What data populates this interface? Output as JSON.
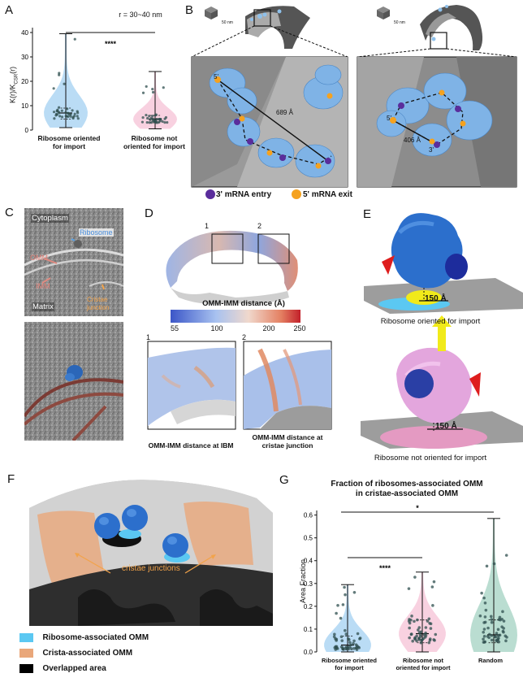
{
  "panels": {
    "A": {
      "letter": "A",
      "title": "r = 30~40 nm",
      "ylabel": "K(r)/K",
      "ylabel_sub": "CSR",
      "ylabel_suffix": "(r)",
      "significance": "****",
      "ticks": [
        "0",
        "10",
        "20",
        "30",
        "40"
      ],
      "cat1_line1": "Ribosome oriented",
      "cat1_line2": "for import",
      "cat2_line1": "Ribosome not",
      "cat2_line2": "oriented for import",
      "colors": {
        "cat1": "#a9d3f2",
        "cat2": "#f6c6d8"
      }
    },
    "B": {
      "letter": "B",
      "scale_left": "50 nm",
      "scale_right": "50 nm",
      "dist_left": "689 Å",
      "dist_right": "406 Å",
      "five_prime": "5'",
      "three_prime": "3'",
      "legend_entry": "3' mRNA entry",
      "legend_exit": "5' mRNA exit",
      "colors": {
        "entry": "#5a2d9c",
        "exit": "#f5a21f",
        "ribosome": "#7fb3e6"
      }
    },
    "C": {
      "letter": "C",
      "cytoplasm": "Cytoplasm",
      "ribosome": "Ribosome",
      "omm": "OMM",
      "imm": "IMM",
      "matrix": "Matrix",
      "cristae1": "Cristae",
      "cristae2": "junction"
    },
    "D": {
      "letter": "D",
      "inset1": "1",
      "inset2": "2",
      "colorbar_title": "OMM-IMM distance (Å)",
      "colorbar_ticks": [
        "55",
        "100",
        "200",
        "250"
      ],
      "caption1": "OMM-IMM distance at IBM",
      "caption2_line1": "OMM-IMM distance at",
      "caption2_line2": "cristae junction"
    },
    "E": {
      "letter": "E",
      "dist_top": "150 Å",
      "caption_top": "Ribosome oriented for import",
      "dist_bottom": "150 Å",
      "caption_bottom": "Ribosome not oriented for import"
    },
    "F": {
      "letter": "F",
      "annotation": "cristae junctions",
      "legend": [
        {
          "label": "Ribosome-associated OMM",
          "color": "#5bc8f2"
        },
        {
          "label": "Crista-associated OMM",
          "color": "#e9a77a"
        },
        {
          "label": "Overlapped area",
          "color": "#000000"
        }
      ]
    },
    "G": {
      "letter": "G",
      "title_line1": "Fraction of ribosomes-associated OMM",
      "title_line2": "in cristae-associated OMM",
      "ylabel": "Area Fraction",
      "ticks": [
        "0.0",
        "0.1",
        "0.2",
        "0.3",
        "0.4",
        "0.5",
        "0.6"
      ],
      "sig_top": "*",
      "sig_mid": "****",
      "cat1_line1": "Ribosome oriented",
      "cat1_line2": "for import",
      "cat2_line1": "Ribosome not",
      "cat2_line2": "oriented for import",
      "cat3": "Random",
      "colors": {
        "cat1": "#a9d3f2",
        "cat2": "#f6c6d8",
        "cat3": "#a9d4c6"
      }
    }
  },
  "chart_data": [
    {
      "type": "violin",
      "panel": "A",
      "title": "r = 30~40 nm",
      "ylabel": "K(r)/KCSR(r)",
      "categories": [
        "Ribosome oriented for import",
        "Ribosome not oriented for import"
      ],
      "ylim": [
        0,
        42
      ],
      "series": [
        {
          "category": "Ribosome oriented for import",
          "median": 7,
          "q1": 4.5,
          "q3": 9,
          "min": 1,
          "max": 39.5
        },
        {
          "category": "Ribosome not oriented for import",
          "median": 4.5,
          "q1": 3,
          "q3": 6,
          "min": 0.5,
          "max": 24
        }
      ]
    },
    {
      "type": "violin",
      "panel": "G",
      "title": "Fraction of ribosomes-associated OMM in cristae-associated OMM",
      "ylabel": "Area Fraction",
      "categories": [
        "Ribosome oriented for import",
        "Ribosome not oriented for import",
        "Random"
      ],
      "ylim": [
        0,
        0.62
      ],
      "series": [
        {
          "category": "Ribosome oriented for import",
          "median": 0.03,
          "q1": 0.01,
          "q3": 0.07,
          "min": 0.0,
          "max": 0.295
        },
        {
          "category": "Ribosome not oriented for import",
          "median": 0.08,
          "q1": 0.04,
          "q3": 0.14,
          "min": 0.0,
          "max": 0.35
        },
        {
          "category": "Random",
          "median": 0.075,
          "q1": 0.04,
          "q3": 0.14,
          "min": 0.0,
          "max": 0.585
        }
      ]
    }
  ]
}
